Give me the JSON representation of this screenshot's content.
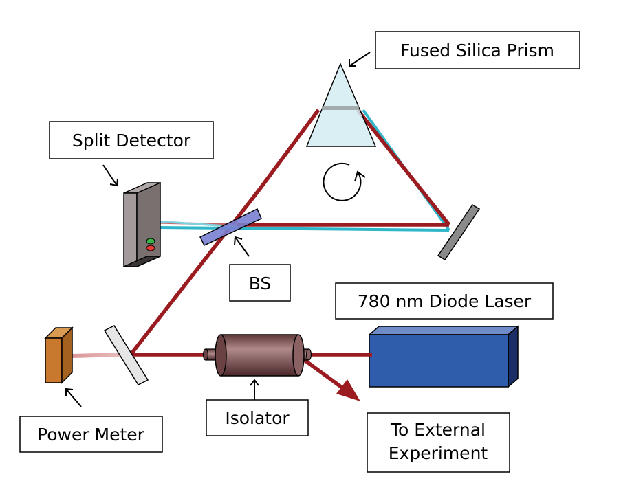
{
  "labels": {
    "prism": "Fused Silica Prism",
    "split_detector": "Split Detector",
    "bs": "BS",
    "laser": "780 nm Diode Laser",
    "power_meter": "Power Meter",
    "isolator": "Isolator",
    "external_line1": "To External",
    "external_line2": "Experiment"
  },
  "colors": {
    "red_beam": "#9a1b20",
    "cyan_beam": "#2fb6c9",
    "laser_body": "#2f5cab",
    "prism_fill": "#d4ecf1",
    "mirror_gray": "#8a8a8a",
    "beamsplitter": "#7a7fd1",
    "isolator_body": "#7a4a4c",
    "power_meter": "#c8792e",
    "detector_body": "#7a7070"
  },
  "icons": {
    "rotation": "circular-arrow-icon",
    "led_green": "green-led-icon",
    "led_red": "red-led-icon"
  }
}
